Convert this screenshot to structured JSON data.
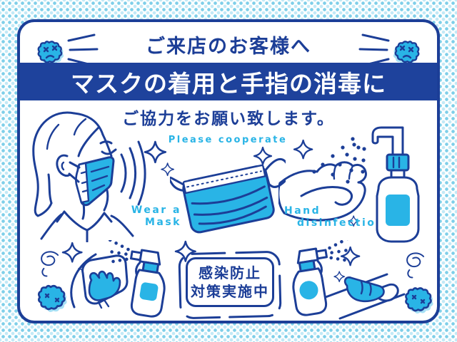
{
  "poster": {
    "notice": "ご来店のお客様へ",
    "title": "マスクの着用と手指の消毒に",
    "subtitle": "ご協力をお願い致します。",
    "cooperate": "Please cooperate",
    "wear_line1": "Wear a",
    "wear_line2": "Mask",
    "hand_line1": "Hand",
    "hand_line2": "disinfection",
    "badge_line1": "感染防止",
    "badge_line2": "対策実施中"
  },
  "colors": {
    "ink_blue": "#1c3e97",
    "banner_blue": "#1e429c",
    "accent_blue": "#29b4e6",
    "accent_light_blue": "#a6e0f5",
    "dot_pattern_blue": "#7ecfe9",
    "dot_pattern_light": "#c2e9f6",
    "paper": "#ffffff"
  },
  "icons": {
    "virus": "germ-blob-with-x-eyes",
    "sparkle": "four-point-star",
    "spray": "dotted-mist-fan",
    "sound_waves": "triple-arc",
    "squiggle": "spiral-scribble",
    "masked_person": "profile-head-with-mask",
    "surgical_mask": "pleated-mask-with-ear-loops",
    "open_hand": "palm-up-hand",
    "pump_bottle": "sanitizer-pump-bottle",
    "spray_bottle": "trigger-spray-bottle",
    "glove_wipe": "gloved-hand-wiping-cloth"
  }
}
